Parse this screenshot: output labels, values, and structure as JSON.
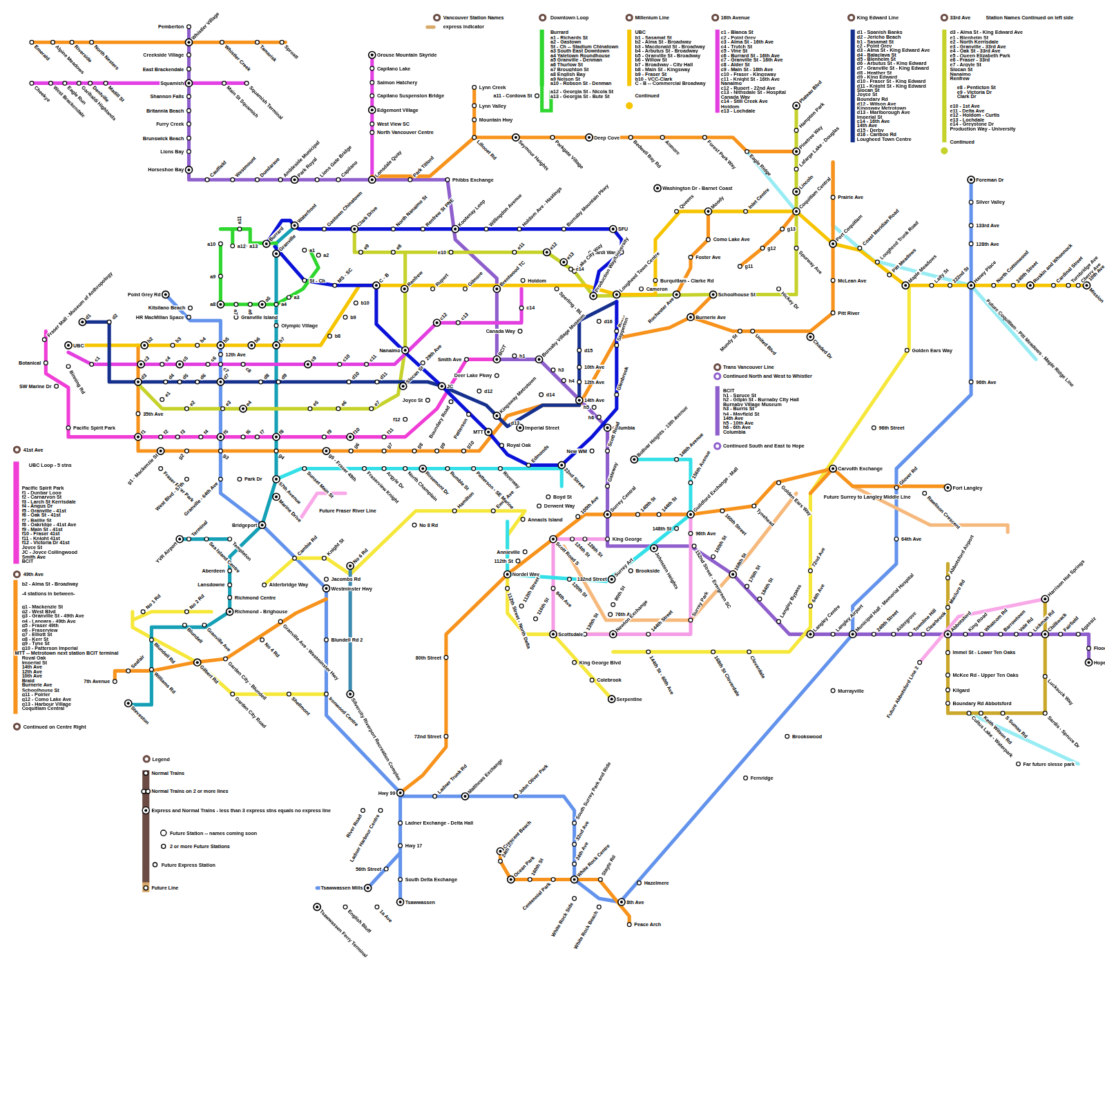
{
  "diagram": {
    "labels": [
      "Downtown Loop",
      "Burrard",
      "a1 - Richards St",
      "a2 - Gastown",
      "St - Ch -- Stadium Chinatown",
      "a3 South East Downtown",
      "a4 Yaletown Roundhouse",
      "a5 Granville - Denman",
      "a6 Thurlow St",
      "a7 Broughton St",
      "a8 English Bay",
      "a9 Nelson St",
      "a10 - Robson St - Denman",
      "a11 - Cordova St",
      "a12 - Georgia St - Nicola St",
      "a13 - Georgia St - Bute St",
      "Millenium Line",
      "UBC",
      "b1 - Sasamat St",
      "b2 - Alma St - Broadway",
      "b3 - Macdonald St - Broadway",
      "b4 - Arbutus St - Broadway",
      "b5 - Granville St - Broadway",
      "b6 - Willow St",
      "b7 - Broadway - City Hall",
      "b8 - Main St - Kingsway",
      "b9 - Fraser St",
      "b10 - VCC-Clark",
      "C - B -- Commercial Broadway",
      "Continued",
      "16th Avenue",
      "c1 - Blanca St",
      "c2 - Point Grey",
      "c3 - Alma St - 16th Ave",
      "c4 - Trutch St",
      "c5 - Vine St",
      "c6 - Burrard St - 16th Ave",
      "c7 - Granville St - 16th Ave",
      "c8 - Alder St",
      "c9 - Main St - 16th Ave",
      "c10 - Fraser - Kingsway",
      "c11 - Knight St - 16th Ave",
      "Nanaimo",
      "c12 - Rupert - 22nd Ave",
      "c13 - Nithsdale St - Hospital",
      "Canada Way",
      "c14 - Still Creek Ave",
      "Holdom",
      "e13 - Lochdale",
      "King Edward Line",
      "d1 - Spanish Banks",
      "d2 - Jericho Beach",
      "b1 - Sasamat St",
      "c2 - Point Grey",
      "d3 - Alma St - King Edward Ave",
      "d4 - Balaclava St",
      "d5 - Blenheim St",
      "d6 - Arbutus St - King Edward",
      "d7 - Granville St - King Edward",
      "d8 - Heather St",
      "d9 - King Edward",
      "d10 - Fraser St - King Edward",
      "d11 - Knight St - King Edward",
      "Slocan St",
      "Joyce St",
      "Boundary Rd",
      "d12 - Wilson Ave",
      "Kingsway Metrotown",
      "d13 - Marlborough Ave",
      "Imperial St",
      "c14 - 16th Ave",
      "14th Ave",
      "d15 - Derby",
      "d16 - Cariboo Rd",
      "Lougheed Town Centre",
      "33rd Ave",
      "Station Names Continued on left side",
      "d3 - Alma St - King Edward Ave",
      "e1 - Blenheim St",
      "e2 - North Kerrisdale",
      "e3 - Granville - 33rd Ave",
      "e4 - Oak St - 33rd Ave",
      "e5 - Queen Elizabeth Park",
      "e6 - Fraser - 33rd",
      "e7 - Argyle St",
      "Slocan St",
      "Nanaimo",
      "Renfrew",
      "e8 - Penticton St",
      "e9 - Victoria Dr",
      "Clark Dr",
      "e10 - 1st Ave",
      "e11 - Delta Ave",
      "e12 - Holdom - Curtis",
      "e13 - Lochdale",
      "e14 - Greystone Dr",
      "Production Way - University",
      "Continued",
      "41st Ave",
      "UBC Loop - 5 stns",
      "Pacific Spirit Park",
      "f1 - Dunbar Loop",
      "f2 - Carnarvon St",
      "f3 - Larch St Kerrisdale",
      "f4 - Angus Dr",
      "f5 - Granville - 41st",
      "f6 - Oak St - 41st",
      "f7 - Baillie St",
      "f8 - Oakridge - 41st Ave",
      "f9 - Main St - 41st",
      "f10 - Fraser 41st",
      "f11 - Knight 41st",
      "f12 - Victoria Dr 41st",
      "Joyce St",
      "JC - Joyce Collingwood",
      "Smith Ave",
      "BCIT",
      "49th Ave",
      "b2 - Alma St - Broadway",
      "-4 stations in between-",
      "g1 - Mackenzie St",
      "g2 - West Blvd",
      "g3 - Granville St - 49th Ave",
      "g4 - Langara - 49th Ave",
      "g5 - Fraser 49th",
      "g6 - Fraserview",
      "g7 - Elliott St",
      "g8 - Kerr St",
      "g9 - Tyne St",
      "g10 - Patterson Imperial",
      "MTT -- Metrotown next station BCIT terminal",
      "Royal Oak",
      "Imperial St",
      "14th Ave",
      "12th Ave",
      "10th Ave",
      "Braid",
      "Burnerie Ave",
      "Schoolhouse St",
      "g11 - Poirier",
      "g12 - Como Lake Ave",
      "g13 - Harbour Village",
      "Coquitlam Central",
      "Continued on Centre Right",
      "Trans Vancouver Line",
      "Continued North and West to Whistler",
      "BCIT",
      "h1 - Spruce St",
      "h2 - Gilpin St - Burnaby City Hall",
      "Burnaby Village Museum",
      "h3 - Burris St",
      "h4 - Mayfield St",
      "14th Ave",
      "h5 - 10th Ave",
      "h6 - 6th Ave",
      "Columbia",
      "Continued South and East to Hope",
      "Legend",
      "Emerald",
      "Alpine Meadows",
      "Riverside",
      "North Nesters",
      "Whistler Village",
      "Whistler Creek",
      "Tamarisk",
      "Sproatt",
      "Cheekye",
      "West Brackendale",
      "Eagle Run",
      "Garibaldi Highlands",
      "Dentville",
      "Madill St",
      "Main St Squamish",
      "Squamish Terminal",
      "Pemberton",
      "Creekside Village",
      "East Brackendale",
      "Squamish",
      "Shannon Falls",
      "Britannia Beach",
      "Furry Creek",
      "Brunswick Beach",
      "Lions Bay",
      "Horseshoe Bay",
      "Caulfield",
      "Westmount",
      "Dundarave",
      "Ambleside Municipal",
      "Park Royal",
      "Lions Gate Bridge",
      "Capilano",
      "Lonsdale Quay",
      "Park Tilford",
      "Phibbs Exchange",
      "Grouse Mountain Skyride",
      "Capilano Lake",
      "Salmon Hatchery",
      "Capilano Suspension Bridge",
      "Edgemont Village",
      "West View SC",
      "North Vancouver Centre",
      "Lynn Creek",
      "Lynn Valley",
      "Mountain Hwy",
      "Lillooet Rd",
      "Seymour Heights",
      "Parkgate Village",
      "Deep Cove",
      "Bedwell Bay Rd",
      "Anmore",
      "Forest Park Way",
      "Eagle Ridge",
      "Waterfront",
      "Burrard",
      "Gastown Chinatown",
      "Clark Drive",
      "North Nanaimo St",
      "Renfrew St PNE",
      "Kootenay Loop",
      "Willingdon Avenue",
      "Holdom Ave - Hastings",
      "Burnaby Mountain Pkwy",
      "SFU",
      "Galardi Way",
      "Production Way/University",
      "Lougheed Town Centre",
      "Granville",
      "St - Ch",
      "MS - SC",
      "C - B",
      "a11",
      "a10",
      "a12",
      "a13",
      "a9",
      "a8",
      "a7",
      "a6",
      "a5",
      "a4",
      "a3",
      "a2",
      "a1",
      "UBC",
      "Fraser Mall - Museum of Anthropology",
      "Botanical",
      "SW Marine Dr",
      "Binning Rd",
      "Pacific Spirit Park",
      "Point Grey Rd",
      "Kitsilano Beach",
      "HR MacMillan Space",
      "Granville Island",
      "Olympic Village",
      "12th Ave",
      "35th Ave",
      "b2",
      "b3",
      "b4",
      "b5",
      "b6",
      "b7",
      "b8",
      "b9",
      "b10",
      "Renfrew",
      "Rupert",
      "Gilmore",
      "Brentwood TC",
      "Holdom",
      "Sperling - BL",
      "Lake City Way",
      "Cameron",
      "Burquitlam - Clarke Rd",
      "Washington Dr - Barnet Coast",
      "Queens",
      "Moody",
      "Inlet Centre",
      "Coquitlam Central",
      "Port Coquitlam",
      "Coast Meridian Road",
      "Lougheed Trunk Road",
      "Pitt Meadows",
      "Maple Meadows",
      "Laity St",
      "222nd St",
      "Haney Place",
      "North Cottonwood",
      "240th Street",
      "Ruskin and Whonnock",
      "Cardinal Street",
      "Turnbridge Ave",
      "Cherry Ave",
      "10th Ave",
      "Mission",
      "Plateau Blvd",
      "Hampton Park",
      "Pinetree Way",
      "Lafarge Lake - Douglas",
      "Lincoln",
      "Spurway Ave",
      "Hickey Dr",
      "Schoolhouse St",
      "Rochester Ave",
      "Burnerie Ave",
      "Foster Ave",
      "Como Lake Ave",
      "Mundy St",
      "United Blvd",
      "Chaded Dr",
      "Prairie Ave",
      "McLean Ave",
      "Pitt River",
      "g11",
      "g12",
      "g13",
      "Foreman Dr",
      "Silver Valley",
      "133rd Ave",
      "128th Ave",
      "96th Ave",
      "Future Coquitlam - Pitt Meadows - Maple Ridge Line",
      "Golden Ears Way",
      "96th Street",
      "Carvolth Exchange",
      "Fort Langley",
      "Glover Rd",
      "Rawlison Crescent",
      "Future Surrey to Langley Middle Line",
      "64th Ave",
      "Municipal Hall - Memorial Hospital",
      "Murrayville",
      "Brookswood",
      "Fernridge",
      "Hazelmere",
      "8th Ave",
      "Peace Arch",
      "Langley Bypass",
      "Langley Centre",
      "Langley Airport",
      "240th Street",
      "Aldergrove",
      "Townline Hill",
      "Clearbrook",
      "Abbotsford",
      "King Road",
      "Whatcom Rd",
      "Barrowtown",
      "Vale Rd",
      "Lickman Rd",
      "Chilliwack",
      "Fairfield",
      "Agassiz",
      "Floods",
      "Hope",
      "Abbotsford Airport",
      "Maclure Rd",
      "Immel St - Lower Ten Oaks",
      "McKee Rd - Upper Ten Oaks",
      "Kilgard",
      "Boundary Rd Abbotsford",
      "Harrison Hot Springs",
      "Lucksuck Way",
      "Sardis - Spruce Dr",
      "Cultus Lake - Waterpark",
      "Keith Wilson Rd",
      "S Sumas Rd",
      "Far future slesse park",
      "Future Abbotsford Line 2",
      "Guildford Exchange - Mall",
      "156th Avenue",
      "148th Avenue",
      "Bolivar Heights - 13th Avenue",
      "Surrey Central",
      "140th St",
      "144th St",
      "King George",
      "148th St",
      "96th Ave",
      "160th Street",
      "Tynehead",
      "Golden Ears Way",
      "152nd Street - Evergreen SC",
      "160th St",
      "Johnston Heights",
      "168th St",
      "176th St",
      "184th St",
      "Brookside",
      "Surrey Art",
      "132nd Street",
      "80th St",
      "76th Ave",
      "Newton Exchange",
      "144th Street",
      "144th St - 60th Ave",
      "168th St Cloverdale",
      "Cloverdale",
      "Surrey Park",
      "72nd Ave",
      "64th Ave",
      "Scott Road S",
      "124th St",
      "128th St",
      "100th Ave",
      "120th St",
      "84th Ave",
      "112th St",
      "Annieville",
      "Nordel Way",
      "112th Street - North Delta",
      "112th Street",
      "116th St",
      "Scottsdale",
      "130th St",
      "King George Blvd",
      "Colebrook",
      "Serpentine",
      "Annacis Island",
      "Derwent Way",
      "Boyd St",
      "Ewen Ave",
      "Hamilton",
      "No 8 Rd",
      "22nd Street",
      "New WM",
      "Edmonds",
      "Royal Oak",
      "MTT",
      "Imperial Street",
      "Kingsway Metrotown",
      "d13",
      "d14",
      "14th Ave",
      "12th Ave",
      "10th Ave",
      "d15",
      "d16",
      "Braid",
      "Sapperton",
      "Glenbrook",
      "Columbia",
      "Scott Road",
      "Gateway",
      "h1",
      "Burnaby Village Museum",
      "h3",
      "h4",
      "h5",
      "h6",
      "BCIT",
      "Smith Ave",
      "Deer Lake Pkwy",
      "d12",
      "Patterson",
      "Boundary Road",
      "Joyce St",
      "JC",
      "29th Ave",
      "Nanaimo",
      "Canada Way",
      "c14",
      "c12",
      "c13",
      "Slocan St",
      "c1",
      "c3",
      "c4",
      "c5",
      "c6",
      "c7",
      "c8",
      "c9",
      "c10",
      "c11",
      "d1",
      "d2",
      "d3",
      "d4",
      "d5",
      "d6",
      "d7",
      "d8",
      "d9",
      "d10",
      "d11",
      "e1",
      "e2",
      "e3",
      "e4",
      "e5",
      "e6",
      "e7",
      "f1",
      "f2",
      "f3",
      "f4",
      "f5",
      "f6",
      "f7",
      "f8",
      "f9",
      "f10",
      "f11",
      "f12",
      "g1 - Mackenzie St",
      "g2",
      "g3",
      "g4",
      "g5 - Fraser 49th",
      "g6",
      "g7",
      "g8",
      "g9",
      "g10",
      "e8",
      "e9",
      "e10",
      "e11",
      "e12",
      "e13",
      "e14",
      "Fraser River Park",
      "West Blvd - 57th",
      "Granville - 64th Ave",
      "Park Dr",
      "57th Avenue",
      "Marine Drive",
      "Sunset Main St",
      "Fraserview Knight",
      "Argyle Dr",
      "North Champlain",
      "Rosemont Dr",
      "Rumble St",
      "Patterson - SE Marine",
      "Riverway",
      "Future Fraser River Line",
      "Bridgeport",
      "YVR Airport",
      "Terminal",
      "Sea Island Centre",
      "Templeton",
      "Aberdeen",
      "Lansdowne",
      "Richmond Centre",
      "Richmond - Brighouse",
      "Cambie Rd",
      "Knight St",
      "Alderbridge Way",
      "Jacombs Rd",
      "No 6 Rd",
      "Westminster Hwy",
      "No 1 Rd",
      "No 2 Rd",
      "Blundell Rd",
      "Blundell",
      "Granville Ave",
      "Granville Ave - Westminster Hwy",
      "No 4 Rd",
      "Garden City - Blundell",
      "Gilbert Rd",
      "Garden City Road",
      "Shellmont",
      "Ironwood Centre",
      "Blundell Rd 2",
      "Silvercity Riverport Recreation Complex",
      "Williams Rd",
      "Seafair",
      "7th Avenue",
      "Steveston",
      "Hwy 99",
      "River Road",
      "Ladner Harbour Centre",
      "Ladner Trunk Rd",
      "Matthews Exchange",
      "John Oliver Park",
      "Ladner Exchange - Delta Hall",
      "Hwy 17",
      "56th Street",
      "South Delta Exchange",
      "Tsawwassen",
      "Tsawwassen Mills",
      "1a Ave",
      "English Bluff",
      "Tsawwassen Ferry Terminal",
      "80th Street",
      "72nd Street",
      "South Surrey Park and Ride",
      "32nd Ave",
      "24th Ave",
      "White Rock Centre",
      "Stayte Rd",
      "White Rock Side",
      "White Rock Beach",
      "Centennial Park",
      "160th St",
      "Ocean Park",
      "24th Ave",
      "Crescent Beach"
    ],
    "legend": [
      {
        "text": "Vancouver Station Names"
      },
      {
        "text": "express indicator"
      },
      {
        "text": "Normal Trains"
      },
      {
        "text": "Normal Trains on 2 or more lines"
      },
      {
        "text": "Express and Normal Trains - less than 3 express stns equals no express line"
      },
      {
        "text": "Future Station -- names coming soon"
      },
      {
        "text": "2 or more Future Stations"
      },
      {
        "text": "Future Express Station"
      },
      {
        "text": "Future Line"
      }
    ]
  }
}
